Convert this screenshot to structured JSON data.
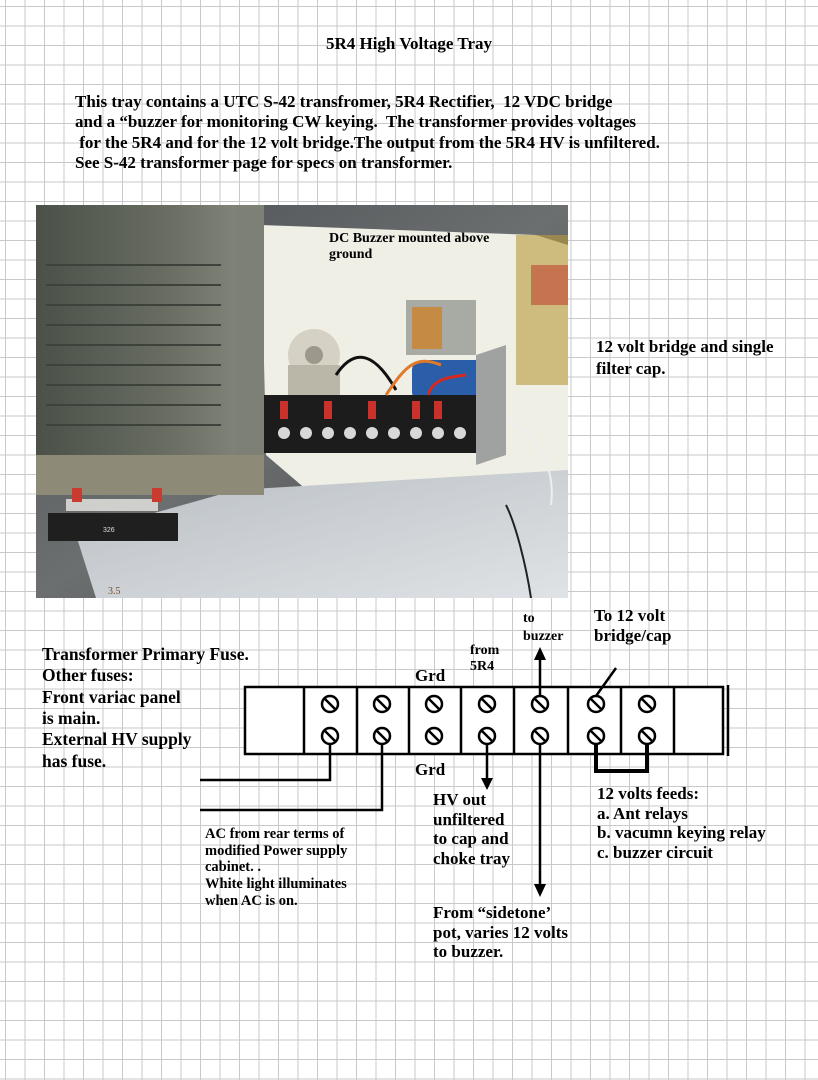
{
  "title": "5R4 High Voltage Tray",
  "intro": "This tray contains a UTC S-42 transfromer, 5R4 Rectifier,  12 VDC bridge\nand a “buzzer for monitoring CW keying.  The transformer provides voltages\n for the 5R4 and for the 12 volt bridge.The output from the 5R4 HV is unfiltered.\nSee S-42 transformer page for specs on transformer.",
  "photo": {
    "buzzer_label": "DC Buzzer mounted above\nground",
    "fuse_holder_text": "326",
    "handwritten_text": "3.5"
  },
  "side_label": "12 volt bridge and single\nfilter cap.",
  "diagram": {
    "fuse_label": "Transformer Primary Fuse.\nOther fuses:\nFront variac panel\nis main.\nExternal HV supply\nhas fuse.",
    "grd_top": "Grd",
    "grd_bottom": "Grd",
    "from_5r4": "from\n5R4",
    "to_buzzer": "to\nbuzzer",
    "to_bridge": "To 12 volt\nbridge/cap",
    "ac_label": "AC from rear terms of\nmodified Power supply\ncabinet. .\nWhite light illuminates\nwhen AC is on.",
    "hv_out": "HV out\nunfiltered\nto cap and\nchoke tray",
    "twelve_volt_feeds": "12 volts feeds:\na. Ant relays\nb. vacumn keying relay\nc. buzzer circuit",
    "sidetone": "From “sidetone’\npot, varies 12 volts\nto buzzer."
  }
}
